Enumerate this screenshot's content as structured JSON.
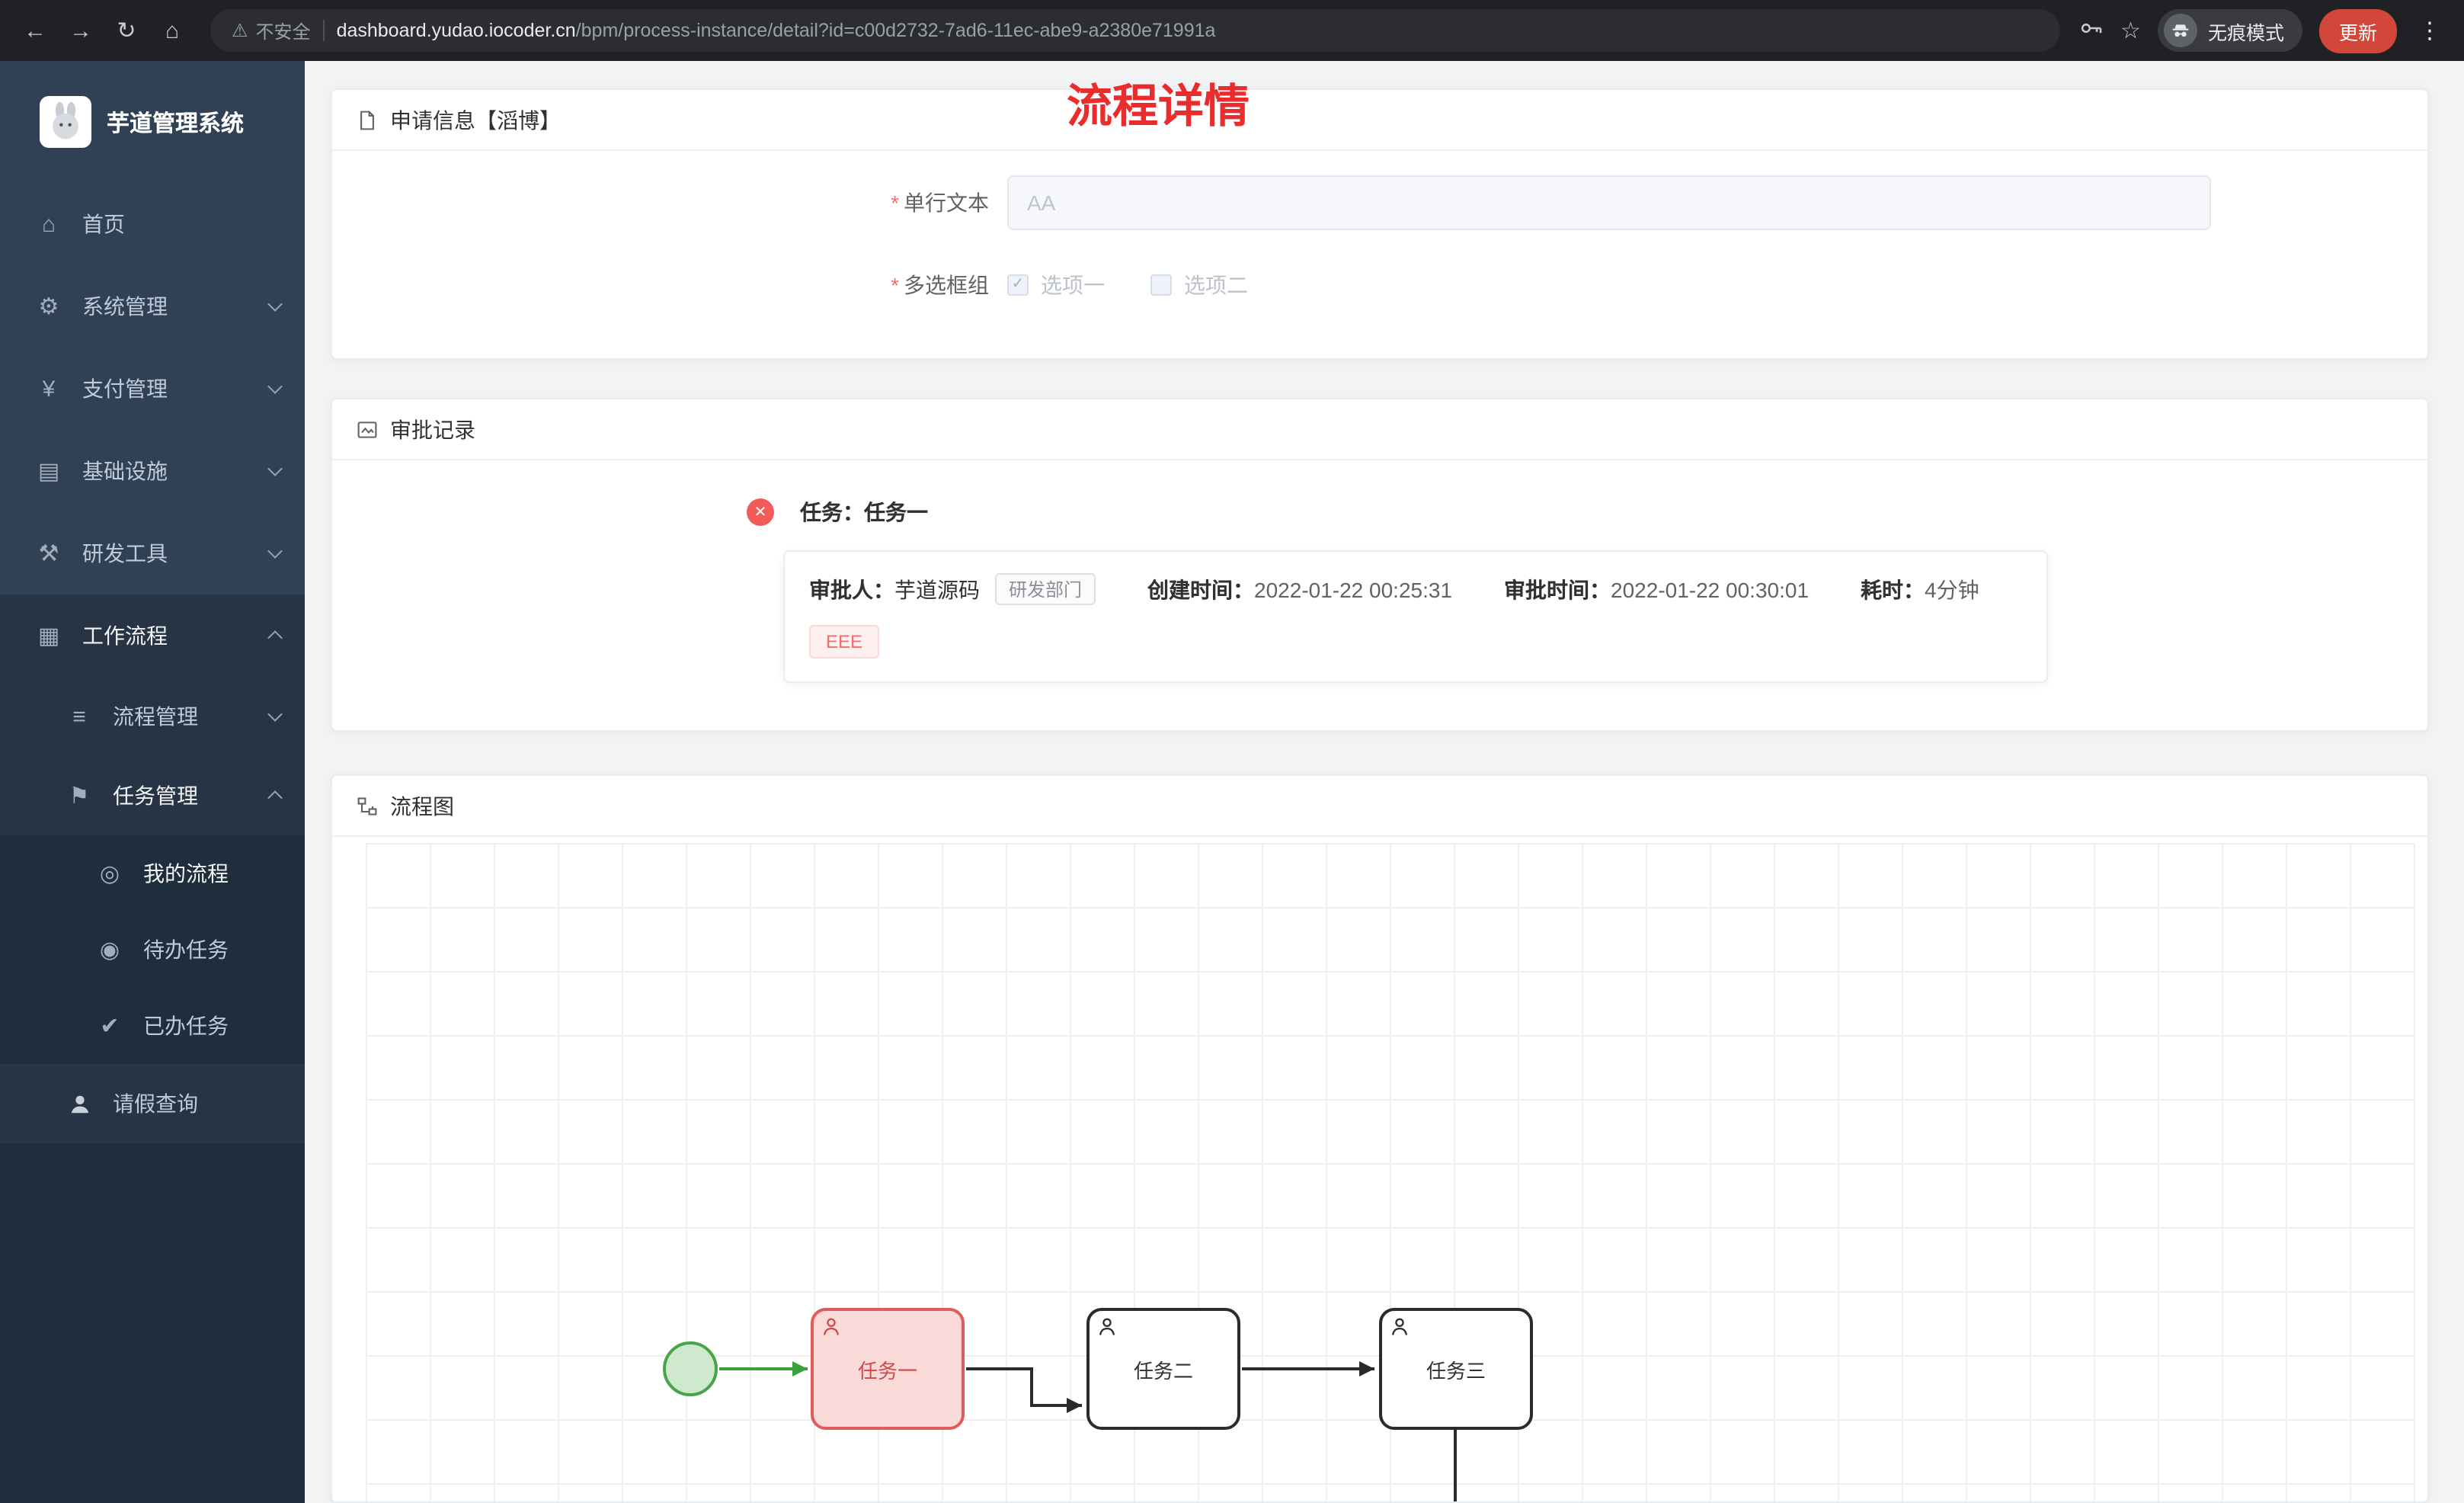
{
  "colors": {
    "page_title_red": "#ea2c2c",
    "task_highlight_border": "#e05c5c",
    "task_highlight_fill": "#fad9d9",
    "start_event_green": "#47a447",
    "sidebar_bg": "#304156",
    "sidebar_submenu_bg": "#263445",
    "sidebar_deep_bg": "#1f2d3d",
    "update_button_red": "#d2473a",
    "danger_tag_red": "#f56c6c"
  },
  "browser": {
    "icons": {
      "back": "←",
      "forward": "→",
      "refresh": "↻",
      "home": "⌂",
      "warning": "⚠",
      "star": "☆",
      "menu_dots": "⋮"
    },
    "security_label": "不安全",
    "url_host": "dashboard.yudao.iocoder.cn",
    "url_path": "/bpm/process-instance/detail?id=c00d2732-7ad6-11ec-abe9-a2380e71991a",
    "incognito_label": "无痕模式",
    "update_label": "更新"
  },
  "sidebar": {
    "app_title": "芋道管理系统",
    "items": [
      {
        "label": "首页",
        "glyph": "⌂"
      },
      {
        "label": "系统管理",
        "glyph": "⚙"
      },
      {
        "label": "支付管理",
        "glyph": "¥"
      },
      {
        "label": "基础设施",
        "glyph": "▤"
      },
      {
        "label": "研发工具",
        "glyph": "⚒"
      },
      {
        "label": "工作流程",
        "glyph": "▦"
      },
      {
        "label": "流程管理",
        "glyph": "≡"
      },
      {
        "label": "任务管理",
        "glyph": "⚑"
      },
      {
        "label": "我的流程",
        "glyph": "◎"
      },
      {
        "label": "待办任务",
        "glyph": "◉"
      },
      {
        "label": "已办任务",
        "glyph": "✔"
      },
      {
        "label": "请假查询"
      }
    ]
  },
  "page": {
    "title": "流程详情"
  },
  "apply_card": {
    "title": "申请信息【滔博】",
    "text_field": {
      "required_mark": "*",
      "label": "单行文本",
      "placeholder": "AA"
    },
    "checkbox_field": {
      "required_mark": "*",
      "label": "多选框组",
      "options": [
        {
          "label": "选项一",
          "mark": "✓"
        },
        {
          "label": "选项二",
          "mark": ""
        }
      ]
    }
  },
  "approval_card": {
    "title": "审批记录",
    "fail_glyph": "✕",
    "task_title": "任务：任务一",
    "approver_label": "审批人：",
    "approver_name": "芋道源码",
    "dept_tag": "研发部门",
    "created_label": "创建时间：",
    "created_time": "2022-01-22 00:25:31",
    "approved_label": "审批时间：",
    "approved_time": "2022-01-22 00:30:01",
    "duration_label": "耗时：",
    "duration_value": "4分钟",
    "comment_tag": "EEE"
  },
  "diagram_card": {
    "title": "流程图",
    "tasks": [
      {
        "label": "任务一"
      },
      {
        "label": "任务二"
      },
      {
        "label": "任务三"
      }
    ]
  }
}
